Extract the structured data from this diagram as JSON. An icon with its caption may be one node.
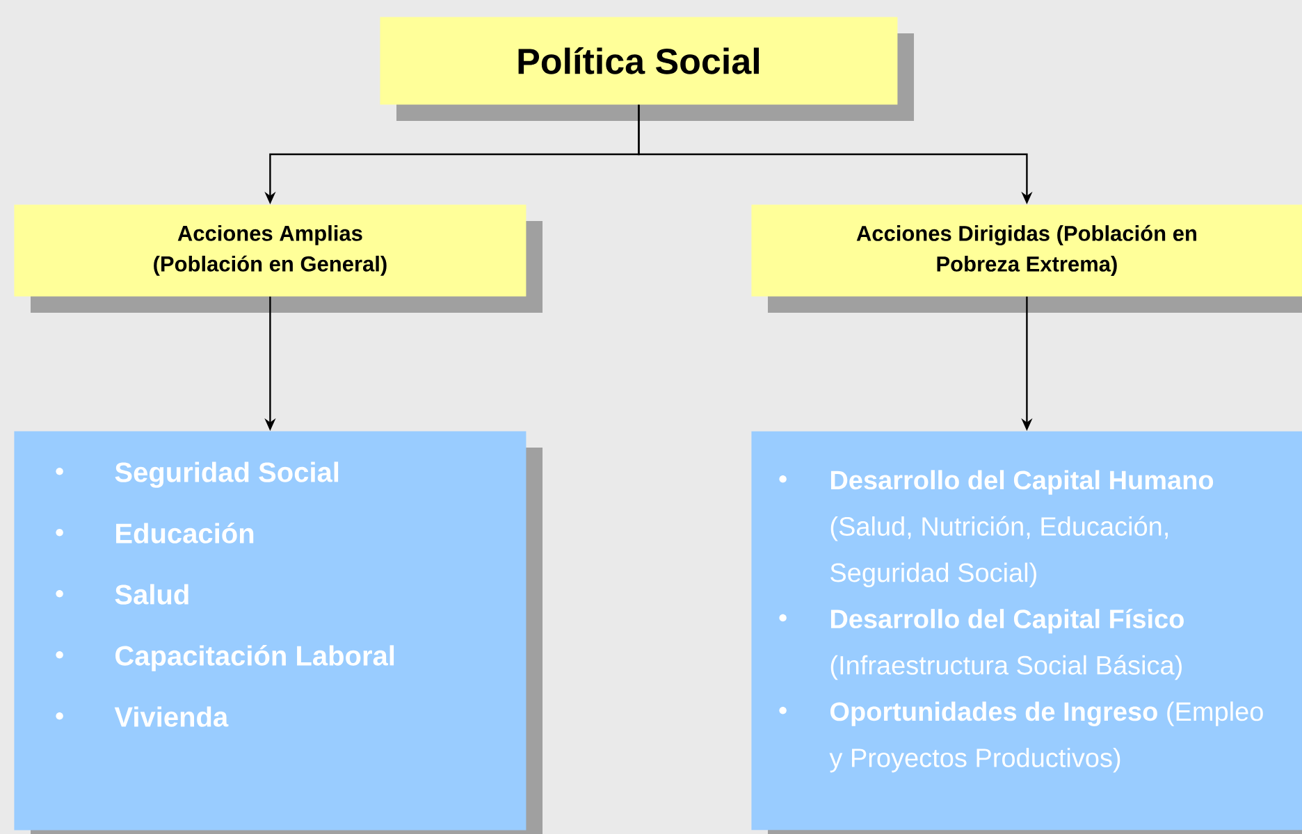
{
  "diagram": {
    "nodes": [
      {
        "text": [
          "Política Social"
        ]
      },
      {
        "text": [
          "Acciones Amplias (Población en General)"
        ]
      },
      {
        "text": [
          "Acciones Dirigidas (Población en Pobreza Extrema)"
        ]
      },
      {
        "text": [
          "Seguridad Social",
          "Educación",
          "Salud",
          "Capacitación Laboral",
          "Vivienda"
        ]
      },
      {
        "text": [
          "**Desarrollo del Capital Humano** (Salud, Nutrición, Educación, Seguridad Social)",
          "**Desarrollo del Capital Físico** (Infraestructura Social Básica)",
          "**Oportunidades de Ingreso** (Empleo y Proyectos Productivos)"
        ]
      }
    ],
    "edges": [
      {
        "from": 0,
        "to": 1,
        "arrow": "to"
      },
      {
        "from": 0,
        "to": 2,
        "arrow": "to"
      },
      {
        "from": 1,
        "to": 3,
        "arrow": "to"
      },
      {
        "from": 2,
        "to": 4,
        "arrow": "to"
      }
    ]
  }
}
